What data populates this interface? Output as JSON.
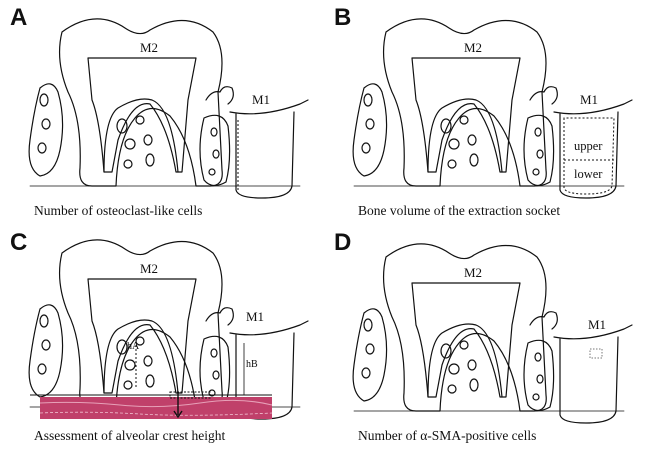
{
  "panels": [
    {
      "letter": "A",
      "caption": "Number of osteoclast-like cells",
      "tooth_m2": "M2",
      "tooth_m1": "M1"
    },
    {
      "letter": "B",
      "caption": "Bone volume of the extraction socket",
      "tooth_m2": "M2",
      "tooth_m1": "M1",
      "region_upper": "upper",
      "region_lower": "lower"
    },
    {
      "letter": "C",
      "caption": "Assessment of alveolar crest height",
      "tooth_m2": "M2",
      "tooth_m1": "M1",
      "height_a": "hA",
      "height_b": "hB"
    },
    {
      "letter": "D",
      "caption": "Number of α-SMA-positive cells",
      "tooth_m2": "M2",
      "tooth_m1": "M1"
    }
  ],
  "colors": {
    "line": "#111111",
    "histology": "#c0406a",
    "dashed_box": "#777777"
  }
}
